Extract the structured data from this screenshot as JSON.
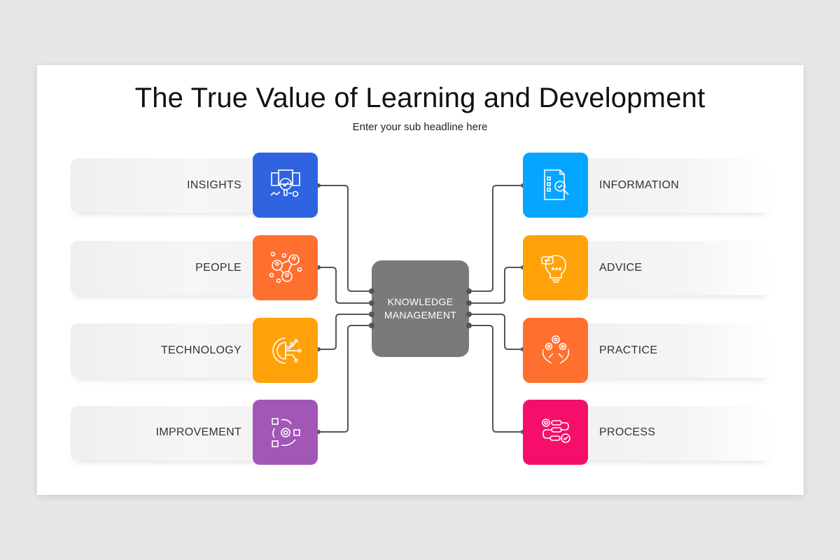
{
  "header": {
    "title": "The True Value of Learning and Development",
    "subtitle": "Enter your sub headline here"
  },
  "center": {
    "line1": "KNOWLEDGE",
    "line2": "MANAGEMENT",
    "color": "#7a7a7a"
  },
  "left_items": [
    {
      "label": "INSIGHTS",
      "icon": "insights-analysis-icon",
      "color": "#2f63e0"
    },
    {
      "label": "PEOPLE",
      "icon": "people-network-icon",
      "color": "#ff6f2e"
    },
    {
      "label": "TECHNOLOGY",
      "icon": "tech-gear-circuit-icon",
      "color": "#ffa20a"
    },
    {
      "label": "IMPROVEMENT",
      "icon": "improvement-cycle-icon",
      "color": "#a257b7"
    }
  ],
  "right_items": [
    {
      "label": "INFORMATION",
      "icon": "document-search-icon",
      "color": "#05a6ff"
    },
    {
      "label": "ADVICE",
      "icon": "lightbulb-chat-icon",
      "color": "#ffa20a"
    },
    {
      "label": "PRACTICE",
      "icon": "hands-gears-icon",
      "color": "#ff6f2e"
    },
    {
      "label": "PROCESS",
      "icon": "process-flow-icon",
      "color": "#f50f6a"
    }
  ],
  "connector_color": "#555555"
}
